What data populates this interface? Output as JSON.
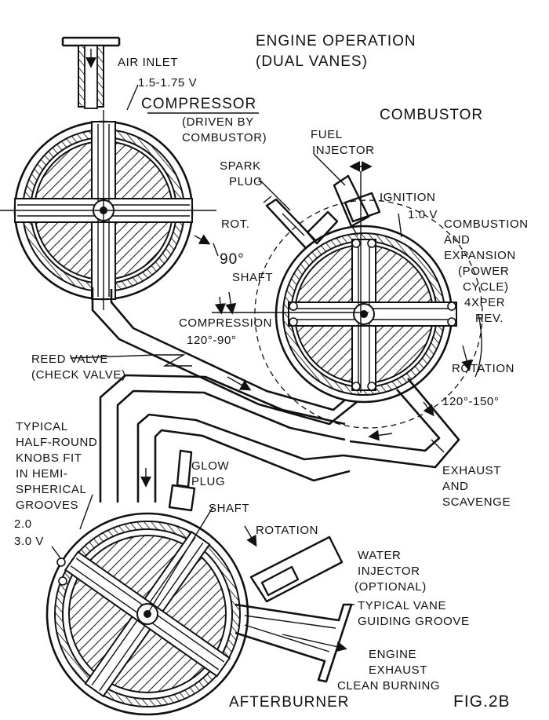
{
  "figure": {
    "title_line1": "ENGINE OPERATION",
    "title_line2": "(DUAL VANES)",
    "fig_label": "FIG.2B"
  },
  "labels": {
    "air_inlet": "AIR INLET",
    "compressor_volume": "1.5-1.75 V",
    "compressor": "COMPRESSOR",
    "driven_by_1": "(DRIVEN BY",
    "driven_by_2": "COMBUSTOR)",
    "combustor": "COMBUSTOR",
    "fuel_1": "FUEL",
    "fuel_2": "INJECTOR",
    "spark_1": "SPARK",
    "spark_2": "PLUG",
    "ignition": "IGNITION",
    "combustor_volume": "1.0 V",
    "combustion_1": "COMBUSTION",
    "combustion_2": "AND",
    "combustion_3": "EXPANSION",
    "power_1": "(POWER",
    "power_2": "CYCLE)",
    "per_rev_1": "4XPER",
    "per_rev_2": "REV.",
    "rot": "ROT.",
    "ninety": "90°",
    "shaft_upper": "SHAFT",
    "compression": "COMPRESSION",
    "compression_angle": "120°-90°",
    "reed_1": "REED VALVE",
    "reed_2": "(CHECK VALVE)",
    "rotation_right": "ROTATION",
    "angle_right": "120°-150°",
    "typical_1": "TYPICAL",
    "typical_2": "HALF-ROUND",
    "typical_3": "KNOBS FIT",
    "typical_4": "IN HEMI-",
    "typical_5": "SPHERICAL",
    "typical_6": "GROOVES",
    "glow_1": "GLOW",
    "glow_2": "PLUG",
    "shaft_lower": "SHAFT",
    "exhaust_1": "EXHAUST",
    "exhaust_2": "AND",
    "exhaust_3": "SCAVENGE",
    "rotation_lower": "ROTATION",
    "afterburner_vol_1": "2.0",
    "afterburner_vol_2": "3.0 V",
    "water_1": "WATER",
    "water_2": "INJECTOR",
    "water_3": "(OPTIONAL)",
    "vane_1": "TYPICAL VANE",
    "vane_2": "GUIDING GROOVE",
    "engine_1": "ENGINE",
    "engine_2": "EXHAUST",
    "clean": "CLEAN BURNING",
    "afterburner": "AFTERBURNER"
  }
}
